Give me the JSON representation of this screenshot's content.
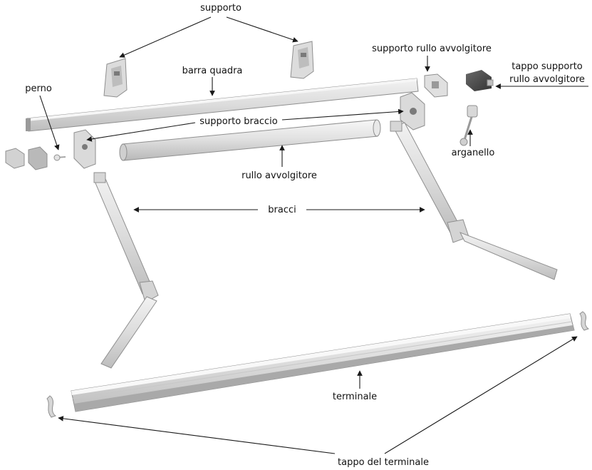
{
  "labels": {
    "supporto": "supporto",
    "barra_quadra": "barra quadra",
    "supporto_rullo_avvolgitore": "supporto rullo avvolgitore",
    "tappo_supporto_line1": "tappo supporto",
    "tappo_supporto_line2": "rullo avvolgitore",
    "perno": "perno",
    "supporto_braccio": "supporto braccio",
    "arganello": "arganello",
    "rullo_avvolgitore": "rullo avvolgitore",
    "bracci": "bracci",
    "terminale": "terminale",
    "tappo_del_terminale": "tappo del terminale"
  }
}
